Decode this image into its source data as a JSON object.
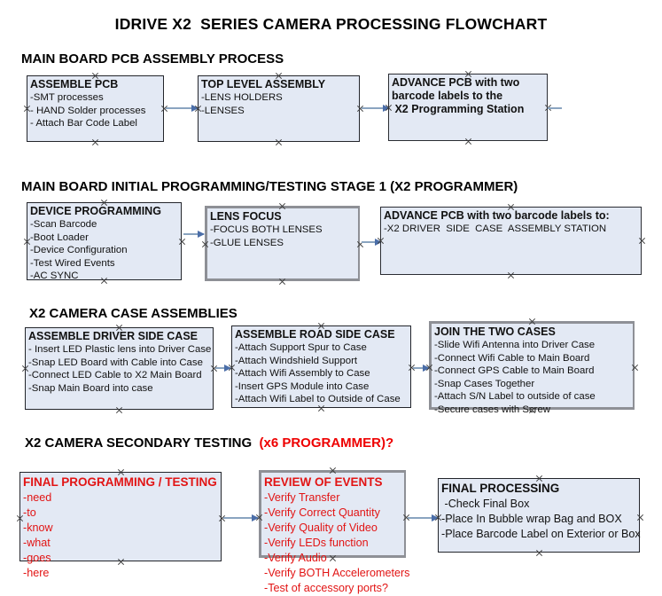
{
  "document": {
    "title": "IDRIVE X2  SERIES CAMERA PROCESSING FLOWCHART"
  },
  "sections": [
    {
      "id": "main-board-pcb-assembly",
      "heading": "MAIN BOARD PCB ASSEMBLY PROCESS",
      "heading_accent": "",
      "boxes": [
        {
          "id": "assemble-pcb",
          "head": "ASSEMBLE PCB",
          "lines": [
            "-SMT processes",
            "- HAND Solder processes",
            "- Attach Bar Code Label"
          ]
        },
        {
          "id": "top-level-assembly",
          "head": "TOP LEVEL ASSEMBLY",
          "lines": [
            "-LENS HOLDERS",
            "-LENSES"
          ]
        },
        {
          "id": "advance-pcb-to-x2-programming-station",
          "head": "ADVANCE PCB with two",
          "lines": [
            "barcode labels to the",
            " X2 Programming Station"
          ]
        }
      ]
    },
    {
      "id": "main-board-initial-programming",
      "heading": "MAIN BOARD INITIAL PROGRAMMING/TESTING STAGE 1 (X2 PROGRAMMER)",
      "heading_accent": "",
      "boxes": [
        {
          "id": "device-programming",
          "head": "DEVICE PROGRAMMING",
          "lines": [
            "-Scan Barcode",
            "-Boot Loader",
            "-Device Configuration",
            "-Test Wired Events",
            "-AC SYNC"
          ]
        },
        {
          "id": "lens-focus",
          "head": "LENS FOCUS",
          "lines": [
            "-FOCUS BOTH LENSES",
            "-GLUE LENSES"
          ]
        },
        {
          "id": "advance-pcb-to-driver-side-case-station",
          "head": "ADVANCE PCB with two barcode labels to:",
          "lines": [
            "-X2 DRIVER  SIDE  CASE  ASSEMBLY STATION"
          ]
        }
      ]
    },
    {
      "id": "x2-camera-case-assemblies",
      "heading": "X2 CAMERA CASE ASSEMBLIES",
      "heading_accent": "",
      "boxes": [
        {
          "id": "assemble-driver-side-case",
          "head": "ASSEMBLE DRIVER SIDE CASE",
          "lines": [
            "- Insert LED Plastic lens into Driver Case",
            "-Snap LED Board with Cable into Case",
            "-Connect LED Cable to X2 Main Board",
            "-Snap Main Board into case"
          ]
        },
        {
          "id": "assemble-road-side-case",
          "head": "ASSEMBLE ROAD SIDE CASE",
          "lines": [
            "-Attach Support Spur to Case",
            "-Attach Windshield Support",
            "-Attach Wifi Assembly to Case",
            "-Insert GPS Module into Case",
            "-Attach Wifi Label to Outside of Case"
          ]
        },
        {
          "id": "join-the-two-cases",
          "head": "JOIN THE TWO CASES",
          "lines": [
            "-Slide Wifi Antenna into Driver Case",
            "-Connect Wifi Cable to Main Board",
            "-Connect GPS Cable to Main Board",
            "-Snap Cases Together",
            "-Attach S/N Label to outside of case",
            "-Secure cases with Screw"
          ]
        }
      ]
    },
    {
      "id": "x2-camera-secondary-testing",
      "heading": "X2 CAMERA SECONDARY TESTING  ",
      "heading_accent": "(x6 PROGRAMMER)?",
      "boxes": [
        {
          "id": "final-programming-testing",
          "head": "FINAL PROGRAMMING / TESTING",
          "lines": [
            "-need",
            "-to",
            "-know",
            "-what",
            "-goes",
            "-here"
          ]
        },
        {
          "id": "review-of-events",
          "head": "REVIEW OF EVENTS",
          "lines": [
            "-Verify Transfer",
            "-Verify Correct Quantity",
            "-Verify Quality of Video",
            "-Verify LEDs function",
            "-Verify Audio",
            "-Verify BOTH Accelerometers",
            "-Test of accessory ports?"
          ]
        },
        {
          "id": "final-processing",
          "head": "FINAL PROCESSING",
          "lines": [
            " -Check Final Box",
            "-Place In Bubble wrap Bag and BOX",
            "-Place Barcode Label on Exterior or Box"
          ]
        }
      ]
    }
  ],
  "colors": {
    "box_fill": "#e3e9f4",
    "box_border": "#23252b",
    "box_border_thick": "#8e9096",
    "connector": "#8aa4c0",
    "arrow_head": "#4b6ea8",
    "text": "#111111",
    "accent_red": "#e21414",
    "title": "#000000"
  }
}
